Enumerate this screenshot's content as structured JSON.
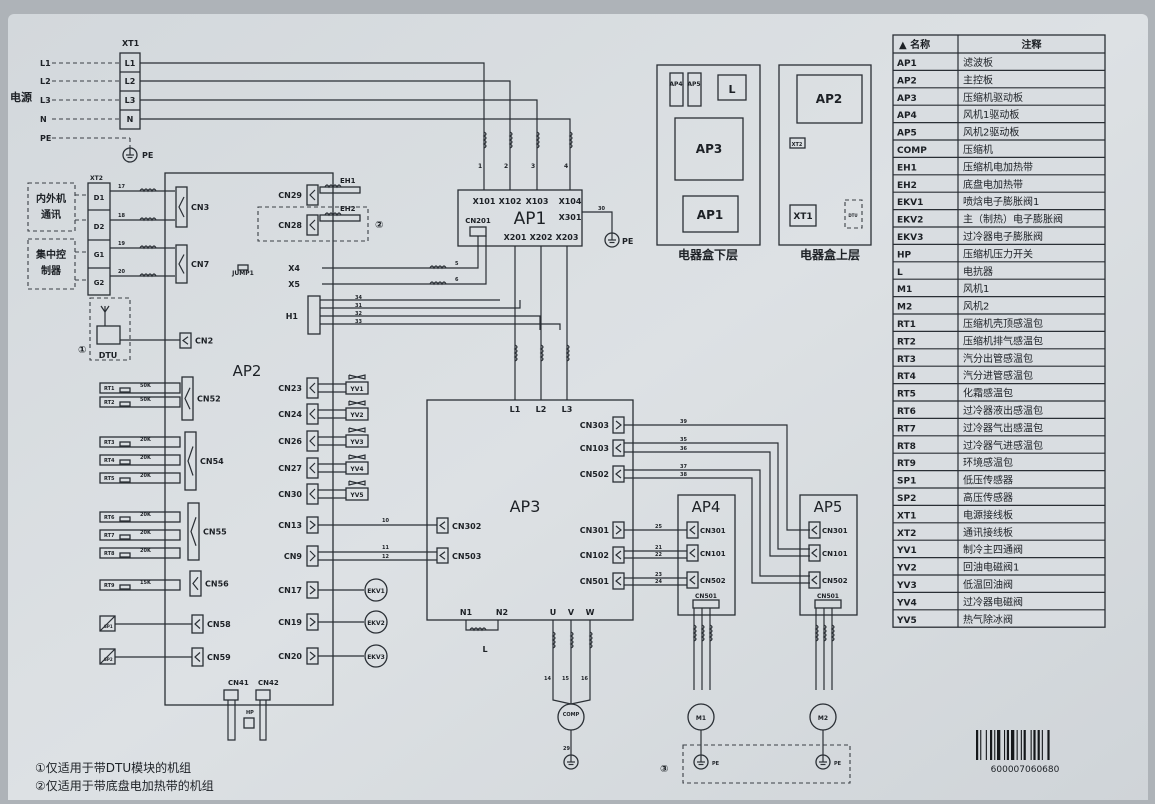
{
  "power": {
    "label": "电源",
    "xt1": "XT1",
    "terminals": [
      "L1",
      "L2",
      "L3",
      "N"
    ],
    "inputs": [
      "L1",
      "L2",
      "L3",
      "N",
      "PE"
    ],
    "pe": "PE",
    "wires": [
      "1",
      "2",
      "3",
      "4"
    ]
  },
  "comm": {
    "xt2": "XT2",
    "terminals": [
      "D1",
      "D2",
      "G1",
      "G2"
    ],
    "indoor_outdoor": [
      "内外机",
      "通讯"
    ],
    "central": [
      "集中控",
      "制器"
    ],
    "dtu": "DTU",
    "mark": "①",
    "wires": [
      "17",
      "18",
      "19",
      "20"
    ]
  },
  "ap2": {
    "label": "AP2",
    "left": [
      "CN3",
      "CN7",
      "CN2",
      "CN52",
      "CN54",
      "CN55",
      "CN56",
      "CN58",
      "CN59"
    ],
    "right": [
      "CN29",
      "CN28",
      "X4",
      "X5",
      "H1",
      "CN23",
      "CN24",
      "CN26",
      "CN27",
      "CN30",
      "CN13",
      "CN9",
      "CN17",
      "CN19",
      "CN20"
    ],
    "bottom": [
      "CN41",
      "CN42"
    ],
    "jump": "JUMP1",
    "hp": "HP"
  },
  "sensors": {
    "rt": [
      [
        "RT1",
        "50K"
      ],
      [
        "RT2",
        "50K"
      ],
      [
        "RT3",
        "20K"
      ],
      [
        "RT4",
        "20K"
      ],
      [
        "RT5",
        "20K"
      ],
      [
        "RT6",
        "20K"
      ],
      [
        "RT7",
        "20K"
      ],
      [
        "RT8",
        "20K"
      ],
      [
        "RT9",
        "15K"
      ]
    ],
    "sp": [
      "SP1",
      "SP2"
    ]
  },
  "heaters": {
    "items": [
      "EH1",
      "EH2"
    ],
    "mark": "②"
  },
  "valves": [
    "YV1",
    "YV2",
    "YV3",
    "YV4",
    "YV5"
  ],
  "ekv": [
    "EKV1",
    "EKV2",
    "EKV3"
  ],
  "ap1": {
    "label": "AP1",
    "top": [
      "X101",
      "X102",
      "X103",
      "X104"
    ],
    "bottom": [
      "X201",
      "X202",
      "X203"
    ],
    "x301": "X301",
    "cn201": "CN201",
    "pe": "PE",
    "wire": "30"
  },
  "ap3": {
    "label": "AP3",
    "top": [
      "L1",
      "L2",
      "L3"
    ],
    "left": [
      "CN302",
      "CN503"
    ],
    "right": [
      "CN303",
      "CN103",
      "CN502",
      "CN301",
      "CN102",
      "CN501"
    ],
    "bottom": [
      "N1",
      "N2",
      "U",
      "V",
      "W"
    ],
    "reactor": "L",
    "comp": "COMP",
    "pe": "PE"
  },
  "ap4": {
    "label": "AP4",
    "conns": [
      "CN301",
      "CN101",
      "CN502"
    ],
    "bottom": "CN501",
    "motor": "M1"
  },
  "ap5": {
    "label": "AP5",
    "conns": [
      "CN301",
      "CN101",
      "CN502"
    ],
    "bottom": "CN501",
    "motor": "M2"
  },
  "fan_pe": "PE",
  "mark3": "③",
  "wire_numbers": {
    "h1": [
      "34",
      "31",
      "32",
      "33"
    ],
    "x45": [
      "5",
      "6"
    ],
    "ap2_ap3": [
      "10",
      "11",
      "12"
    ],
    "ap3_ap5": [
      "39",
      "35",
      "36",
      "37",
      "38"
    ],
    "ap3_ap4": [
      "25",
      "21",
      "22",
      "23",
      "24"
    ],
    "uvw": [
      "14",
      "15",
      "16"
    ],
    "comp_pe": "29"
  },
  "layout_boxes": {
    "lower": {
      "title": "电器盒下层",
      "parts": [
        "AP4",
        "AP5",
        "L",
        "AP3",
        "AP1"
      ]
    },
    "upper": {
      "title": "电器盒上层",
      "parts": [
        "AP2",
        "XT2",
        "XT1",
        "DTU"
      ]
    }
  },
  "legend": {
    "header": [
      "▲  名称",
      "注释"
    ],
    "rows": [
      [
        "AP1",
        "滤波板"
      ],
      [
        "AP2",
        "主控板"
      ],
      [
        "AP3",
        "压缩机驱动板"
      ],
      [
        "AP4",
        "风机1驱动板"
      ],
      [
        "AP5",
        "风机2驱动板"
      ],
      [
        "COMP",
        "压缩机"
      ],
      [
        "EH1",
        "压缩机电加热带"
      ],
      [
        "EH2",
        "底盘电加热带"
      ],
      [
        "EKV1",
        "喷焓电子膨胀阀1"
      ],
      [
        "EKV2",
        "主（制热）电子膨胀阀"
      ],
      [
        "EKV3",
        "过冷器电子膨胀阀"
      ],
      [
        "HP",
        "压缩机压力开关"
      ],
      [
        "L",
        "电抗器"
      ],
      [
        "M1",
        "风机1"
      ],
      [
        "M2",
        "风机2"
      ],
      [
        "RT1",
        "压缩机壳顶感温包"
      ],
      [
        "RT2",
        "压缩机排气感温包"
      ],
      [
        "RT3",
        "汽分出管感温包"
      ],
      [
        "RT4",
        "汽分进管感温包"
      ],
      [
        "RT5",
        "化霜感温包"
      ],
      [
        "RT6",
        "过冷器液出感温包"
      ],
      [
        "RT7",
        "过冷器气出感温包"
      ],
      [
        "RT8",
        "过冷器气进感温包"
      ],
      [
        "RT9",
        "环境感温包"
      ],
      [
        "SP1",
        "低压传感器"
      ],
      [
        "SP2",
        "高压传感器"
      ],
      [
        "XT1",
        "电源接线板"
      ],
      [
        "XT2",
        "通讯接线板"
      ],
      [
        "YV1",
        "制冷主四通阀"
      ],
      [
        "YV2",
        "回油电磁阀1"
      ],
      [
        "YV3",
        "低温回油阀"
      ],
      [
        "YV4",
        "过冷器电磁阀"
      ],
      [
        "YV5",
        "热气除冰阀"
      ]
    ]
  },
  "notes": [
    "①仅适用于带DTU模块的机组",
    "②仅适用于带底盘电加热带的机组"
  ],
  "barcode": "600007060680"
}
